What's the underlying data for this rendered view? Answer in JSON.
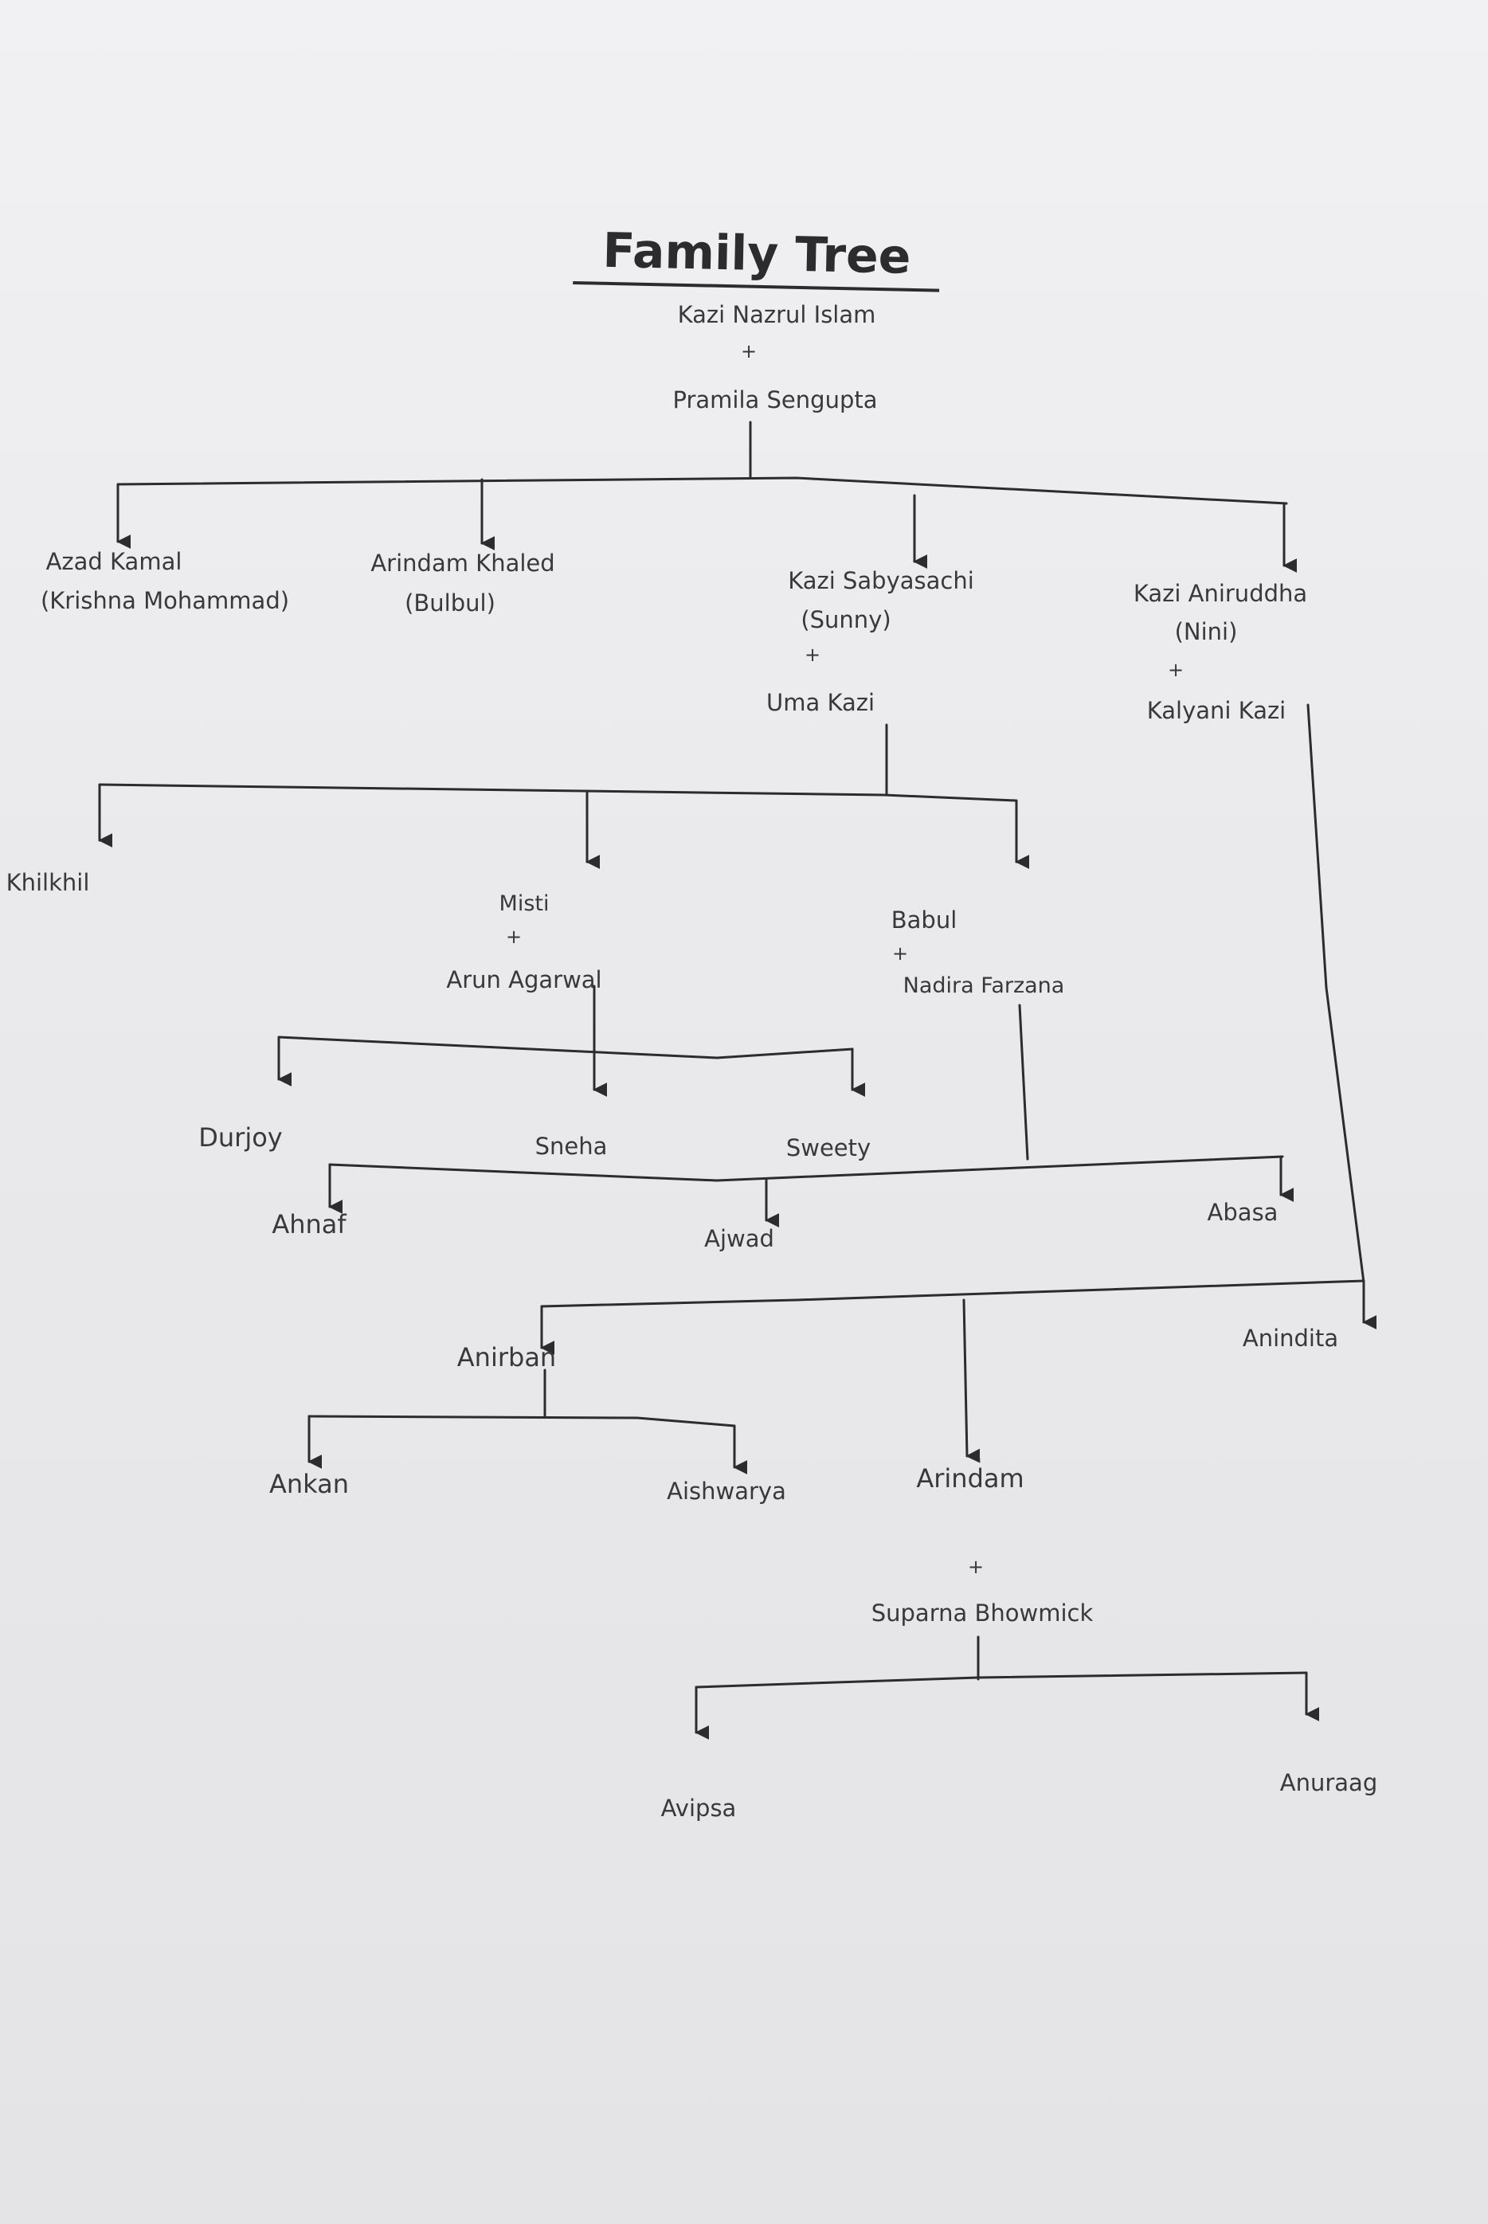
{
  "title": "Family Tree",
  "plus": "+",
  "people": {
    "kazi_nazrul_islam": "Kazi Nazrul Islam",
    "pramila_sengupta": "Pramila Sengupta",
    "azad_kamal": "Azad Kamal",
    "azad_kamal_alias": "(Krishna Mohammad)",
    "arindam_khaled": "Arindam Khaled",
    "arindam_khaled_alias": "(Bulbul)",
    "kazi_sabyasachi": "Kazi Sabyasachi",
    "kazi_sabyasachi_alias": "(Sunny)",
    "uma_kazi": "Uma Kazi",
    "kazi_aniruddha": "Kazi Aniruddha",
    "kazi_aniruddha_alias": "(Nini)",
    "kalyani_kazi": "Kalyani Kazi",
    "khilkhil": "Khilkhil",
    "misti": "Misti",
    "arun_agarwal": "Arun Agarwal",
    "babul": "Babul",
    "nadira_farzana": "Nadira Farzana",
    "durjoy": "Durjoy",
    "sneha": "Sneha",
    "sweety": "Sweety",
    "ahnaf": "Ahnaf",
    "ajwad": "Ajwad",
    "abasa": "Abasa",
    "anirban": "Anirban",
    "anindita": "Anindita",
    "ankan": "Ankan",
    "aishwarya": "Aishwarya",
    "arindam": "Arindam",
    "suparna_bhowmick": "Suparna Bhowmick",
    "avipsa": "Avipsa",
    "anuraag": "Anuraag"
  },
  "colors": {
    "ink": "#2c2c2e",
    "paper": "#eeeef0"
  }
}
